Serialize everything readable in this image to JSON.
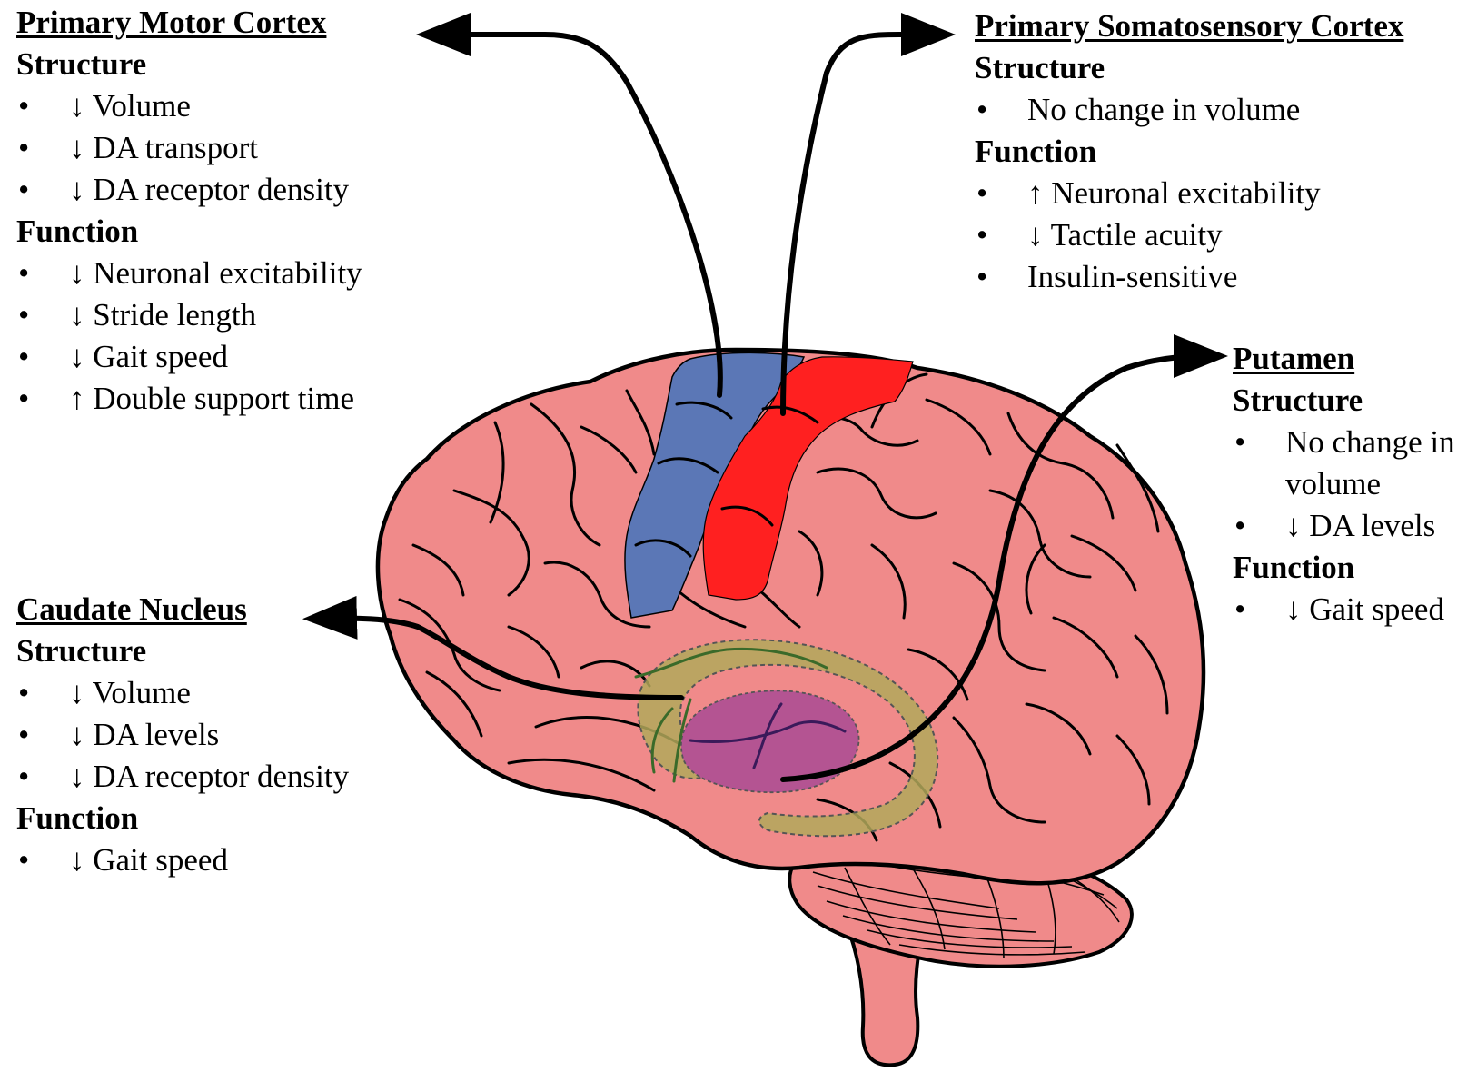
{
  "colors": {
    "brain_fill": "#f08a8a",
    "motor_cortex": "#5b77b6",
    "somatosensory_cortex": "#ff2020",
    "caudate_nucleus": "#b2a85a",
    "putamen": "#b45492",
    "cerebellum": "#f08a8a",
    "outline": "#000000",
    "arrow": "#000000"
  },
  "icons": {
    "bullet": "bullet-dot-icon",
    "decrease": "down-arrow-glyph",
    "increase": "up-arrow-glyph",
    "pointer": "curved-arrow-icon"
  },
  "regions": {
    "motor": {
      "title": "Primary Motor Cortex",
      "structure_label": "Structure",
      "structure_items": [
        "↓ Volume",
        "↓ DA transport",
        "↓ DA receptor density"
      ],
      "function_label": "Function",
      "function_items": [
        "↓ Neuronal excitability",
        "↓ Stride length",
        "↓ Gait speed",
        "↑ Double support time"
      ]
    },
    "somatosensory": {
      "title": "Primary Somatosensory Cortex",
      "structure_label": "Structure",
      "structure_items": [
        "No change in volume"
      ],
      "function_label": "Function",
      "function_items": [
        "↑ Neuronal excitability",
        "↓ Tactile acuity",
        "Insulin-sensitive"
      ]
    },
    "putamen": {
      "title": "Putamen",
      "structure_label": "Structure",
      "structure_items": [
        "No change in volume",
        "↓ DA levels"
      ],
      "function_label": "Function",
      "function_items": [
        "↓ Gait speed"
      ]
    },
    "caudate": {
      "title": "Caudate Nucleus",
      "structure_label": "Structure",
      "structure_items": [
        "↓ Volume",
        "↓ DA levels",
        "↓ DA receptor density"
      ],
      "function_label": "Function",
      "function_items": [
        "↓ Gait speed"
      ]
    }
  }
}
